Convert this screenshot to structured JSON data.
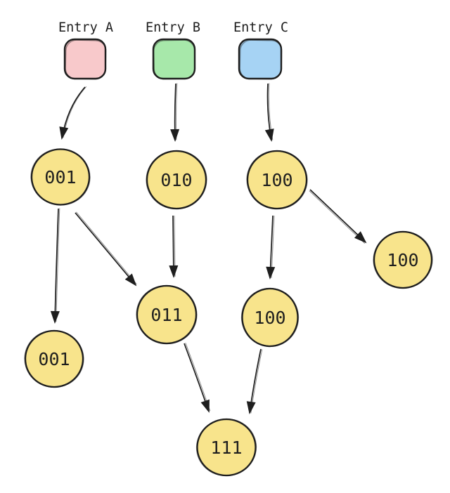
{
  "diagram_type": "merge-dag",
  "theme": {
    "background": "#ffffff",
    "stroke": "#1e1e1e",
    "text": "#1e1e1e",
    "node-fill": "#f8e48c",
    "entry-a-fill": "#f8c9cb",
    "entry-b-fill": "#a7e8aa",
    "entry-c-fill": "#a6d3f4"
  },
  "entries": [
    {
      "id": "entry-a",
      "label": "Entry A",
      "fill": "#f8c9cb"
    },
    {
      "id": "entry-b",
      "label": "Entry B",
      "fill": "#a7e8aa"
    },
    {
      "id": "entry-c",
      "label": "Entry C",
      "fill": "#a6d3f4"
    }
  ],
  "nodes": [
    {
      "id": "node-001",
      "label": "001"
    },
    {
      "id": "node-010",
      "label": "010"
    },
    {
      "id": "node-100",
      "label": "100"
    },
    {
      "id": "node-100-right",
      "label": "100"
    },
    {
      "id": "node-011",
      "label": "011"
    },
    {
      "id": "node-100-mid",
      "label": "100"
    },
    {
      "id": "node-001-bottom",
      "label": "001"
    },
    {
      "id": "node-111",
      "label": "111"
    }
  ],
  "edges": [
    {
      "from": "entry-a",
      "to": "node-001"
    },
    {
      "from": "entry-b",
      "to": "node-010"
    },
    {
      "from": "entry-c",
      "to": "node-100"
    },
    {
      "from": "node-001",
      "to": "node-001-bottom"
    },
    {
      "from": "node-001",
      "to": "node-011"
    },
    {
      "from": "node-010",
      "to": "node-011"
    },
    {
      "from": "node-100",
      "to": "node-100-mid"
    },
    {
      "from": "node-100",
      "to": "node-100-right"
    },
    {
      "from": "node-011",
      "to": "node-111"
    },
    {
      "from": "node-100-mid",
      "to": "node-111"
    }
  ]
}
